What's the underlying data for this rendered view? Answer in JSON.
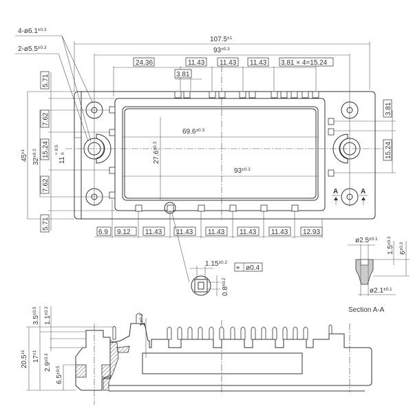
{
  "top_view": {
    "holes_4": {
      "main": "4-ø6.1",
      "tol": "±0.3"
    },
    "holes_2": {
      "main": "2-ø5.5",
      "tol": "±0.3"
    },
    "overall_length": {
      "main": "107.5",
      "tol": "±1"
    },
    "hole_pitch": {
      "main": "93",
      "tol": "±0.3"
    },
    "top_dims": [
      "24.36",
      "11.43",
      "11.43",
      "11.43",
      "3.81 × 4=15.24"
    ],
    "top_small": "3.81",
    "inner_width": {
      "main": "69.6",
      "tol": "±0.3"
    },
    "inner_height": {
      "main": "27.6",
      "tol": "±0.3"
    },
    "frame_width": {
      "main": "93",
      "tol": "±0.3"
    },
    "left_dims": [
      "5.71",
      "7.62",
      "15.24",
      "7.62",
      "5.71"
    ],
    "overall_height": {
      "main": "45",
      "tol": "±1"
    },
    "hole_height": {
      "main": "32",
      "tol": "±0.3"
    },
    "slot": {
      "main": "11",
      "tol_plus": "+ 0.5",
      "tol_minus": "0"
    },
    "right_dims": [
      "3.81",
      "15.24"
    ],
    "bottom_dims": [
      "6.9",
      "9.12",
      "11.43",
      "11.43",
      "11.43",
      "11.43",
      "11.43",
      "12.93"
    ],
    "section_marker": "A"
  },
  "pin_detail": {
    "width": {
      "main": "1.15",
      "tol": "±0.2"
    },
    "position_tol": "ø0.4",
    "position_symbol": "⌖",
    "thickness": {
      "main": "0.8",
      "tol": "±0.2"
    }
  },
  "section_aa": {
    "title": "Section A-A",
    "top_dia": {
      "main": "ø2.5",
      "tol": "±0.1"
    },
    "bottom_dia": {
      "main": "ø2.1",
      "tol": "±0.1"
    },
    "depth_1": {
      "main": "1.5",
      "tol": "±0.3"
    },
    "depth_2": {
      "main": "6",
      "tol": "±0.3"
    }
  },
  "side_view": {
    "total_height": {
      "main": "20.5",
      "tol": "±1"
    },
    "body_height": {
      "main": "17",
      "tol": "±1"
    },
    "pin_height": {
      "main": "3.5",
      "tol": "±0.5"
    },
    "pin_step": {
      "main": "1.1",
      "tol": "±0.3"
    },
    "boss": {
      "main": "2.9",
      "tol": "±0.3"
    },
    "base": {
      "main": "6.5",
      "tol": "±0.5"
    },
    "pin_tip": {
      "main": "1",
      "tol": "±0.2"
    }
  }
}
